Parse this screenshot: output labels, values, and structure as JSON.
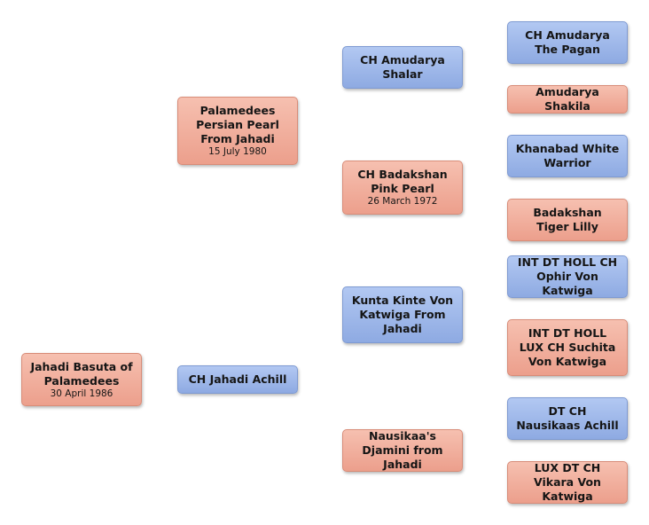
{
  "subject": {
    "name": "Jahadi Basuta of Palamedees",
    "date": "30 April 1986"
  },
  "dam": {
    "name": "Palamedees Persian Pearl From Jahadi",
    "date": "15 July 1980"
  },
  "sire": {
    "name": "CH Jahadi Achill"
  },
  "dam_sire": {
    "name": "CH Amudarya Shalar"
  },
  "dam_dam": {
    "name": "CH Badakshan Pink Pearl",
    "date": "26 March 1972"
  },
  "sire_sire": {
    "name": "Kunta Kinte Von Katwiga From Jahadi"
  },
  "sire_dam": {
    "name": "Nausikaa's Djamini from Jahadi"
  },
  "gen3": [
    {
      "name": "CH Amudarya The Pagan"
    },
    {
      "name": "Amudarya Shakila"
    },
    {
      "name": "Khanabad White Warrior"
    },
    {
      "name": "Badakshan Tiger Lilly"
    },
    {
      "name": "INT DT HOLL CH Ophir Von Katwiga"
    },
    {
      "name": "INT DT HOLL LUX CH Suchita Von Katwiga"
    },
    {
      "name": "DT CH Nausikaas Achill"
    },
    {
      "name": "LUX DT CH Vikara Von Katwiga"
    }
  ]
}
